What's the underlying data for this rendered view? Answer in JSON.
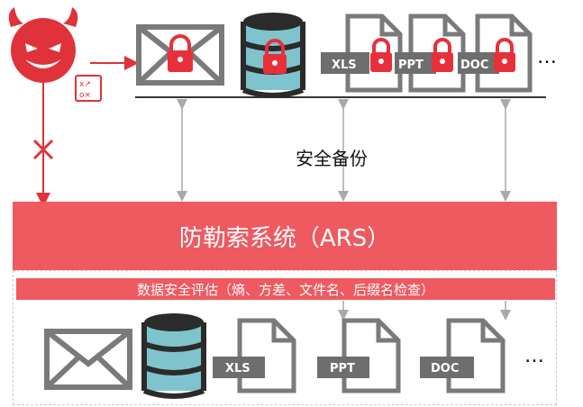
{
  "system": {
    "title": "防勒索系统（ARS）"
  },
  "evaluation": {
    "label": "数据安全评估（熵、方差、文件名、后缀名检查）"
  },
  "backup": {
    "label": "安全备份"
  },
  "files": {
    "xls": "XLS",
    "ppt": "PPT",
    "doc": "DOC"
  },
  "ellipsis": "…",
  "colors": {
    "accent": "#ef5960",
    "threat": "#e0323a",
    "lock": "#e8303a",
    "icon_gray": "#7a7a7a",
    "db_teal": "#7fc4cc",
    "arrow_gray": "#a9a9a9"
  },
  "icons": [
    "devil-icon",
    "attack-tool-icon",
    "envelope-icon",
    "database-icon",
    "file-icon",
    "lock-icon",
    "block-x-icon"
  ]
}
